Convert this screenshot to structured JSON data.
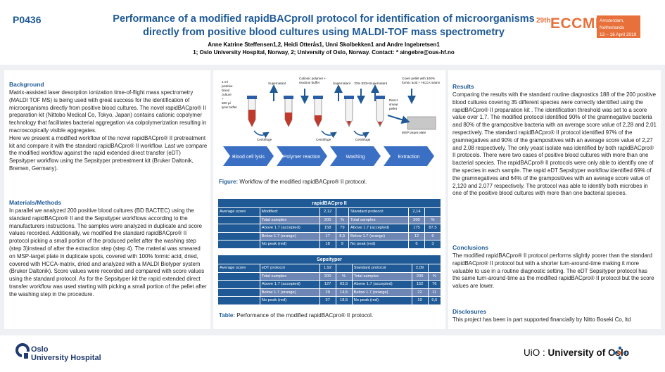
{
  "header": {
    "poster_id": "P0436",
    "title_line1": "Performance of a modified rapidBACproII protocol for identification of microorganisms",
    "title_line2": "directly from positive blood cultures using MALDI-TOF mass spectrometry",
    "authors": "Anne Katrine Steffensen1,2, Heidi Otterås1, Unni Skolbekken1 and Andre Ingebretsen1",
    "affiliations": "1; Oslo University Hospital, Norway, 2; University of Oslo, Norway. Contact: * aingebre@ous-hf.no",
    "eccmid_number": "29th",
    "eccmid_name": "ECCMID",
    "eccmid_city": "Amsterdam, Netherlands",
    "eccmid_dates": "13 – 16 April 2019"
  },
  "background": {
    "heading": "Background",
    "text": "Matrix-assisted laser desorption ionization time-of-flight mass spectrometry (MALDI TOF MS) is being used with great success for the identification of microorganisms directly from positive blood cultures. The novel rapidBACpro® II preparation kit (Nittobo Medical Co, Tokyo, Japan) contains cationic copolymer technology that facilitates bacterial aggregation via colpolymerization resulting in macroscopically visible aggregates.",
    "text2": "Here we present a modified workflow of the novel rapidBACpro® II pretreatment kit and compare it with the standard rapidBACpro® II workflow. Last we compare the modified workflow against the rapid extended direct transfer (eDT) Sepsityper workflow using the Sepsityper pretreatment kit (Bruker Daltonik, Bremen, Germany)."
  },
  "methods": {
    "heading": "Materials/Methods",
    "text": "In parallel we analyzed 200 positive blood cultures (BD BACTEC) using the standard rapidBACpro® II and the Sepsityper workflows according to the manufacturers instructions. The samples were analyzed in duplicate and score values recorded. Additionally, we modified the standard rapidBACpro® II protocol picking a small portion of the produced pellet after the washing step (step 3)instead of after the extraction step (step 4). The material was smeared on MSP-target plate in duplicate spots, covered with 100% formic acid, dried, covered with HCCA-matrix, dried and analyzed with a MALDI Biotyper system (Bruker Daltonik). Score values were recorded and compared with score values using the standard protocol. As for the Sepsityper kit the rapid extended direct transfer workflow was used starting with picking a small portion of the pellet after the washing step in the procedure."
  },
  "figure": {
    "label_blood": "1 ml positive blood culture + 500 µl lysis buffer",
    "label_polymer": "Cationic polymer + reaction buffer",
    "label_super1": "Supernatant",
    "label_super2": "Supernatant",
    "label_etoh": "70% EtOH",
    "label_super3": "Supernatant",
    "label_cover": "Cover pellet with 100% formic acid + HCCA matrix",
    "label_direct": "Direct smear pellet",
    "label_msp": "MSP target plate",
    "label_centrifuge": "Centrifuge",
    "steps": [
      "Blood cell lysis",
      "Polymer reaction",
      "Washing",
      "Extraction"
    ],
    "caption_bold": "Figure:",
    "caption_text": " Workflow of the modified rapidBACpro® II protocol."
  },
  "table1": {
    "title": "rapidBACpro II",
    "rows": [
      [
        "Average score",
        "Modified:",
        "2,12",
        "",
        "Standard protocol:",
        "2,14",
        ""
      ],
      [
        "",
        "Total samples",
        "200",
        "%",
        "Total samples",
        "200",
        "%"
      ],
      [
        "",
        "Above 1.7 (accepted)",
        "158",
        "79",
        "Above 1.7 (accepted)",
        "175",
        "87,5"
      ],
      [
        "",
        "Below 1.7 (orange)",
        "17",
        "8,5",
        "Below 1.7 (orange)",
        "12",
        "6"
      ],
      [
        "",
        "No peak (red)",
        "18",
        "9",
        "No peak (red)",
        "6",
        "3"
      ]
    ]
  },
  "table2": {
    "title": "Sepsityper",
    "rows": [
      [
        "Average score",
        "eDT protocol",
        "1,92",
        "",
        "Standard protocol",
        "2,09",
        ""
      ],
      [
        "",
        "Total samples",
        "200",
        "%",
        "Total samples",
        "200",
        "%"
      ],
      [
        "",
        "Above 1.7 (accepted)",
        "127",
        "63,5",
        "Above 1.7 (accepted)",
        "152",
        "76"
      ],
      [
        "",
        "Below 1.7 (orange)",
        "29",
        "14,5",
        "Below 1.7 (orange)",
        "22",
        "11"
      ],
      [
        "",
        "No peak (red)",
        "37",
        "18,5",
        "No peak (red)",
        "19",
        "9,5"
      ]
    ]
  },
  "table_caption": {
    "bold": "Table:",
    "text": " Performance of the modified rapidBACpro® II protocol."
  },
  "results": {
    "heading": "Results",
    "text": "Comparing the results with the standard routine diagnostics 188 of the 200 positive blood cultures covering 35 different species were correctly identified using the rapidBACpro® II preparation kit . The identification threshold was set to a score value over 1.7. The modified protocol identified 90% of the gramnegative bacteria and 80% of the grampositive bacteria with an average score value of 2,28 and 2,01 respectively. The standard rapidBACpro® II protocol identified 97% of the gramnegatives and 90% of the grampositives with an average score value of 2,27 and 2,08 respectively. The only yeast isolate was identified by both rapidBACpro® II protocols. There were two cases of positive blood cultures with more than one bacterial species. The rapidBACpro® II protocols were only able to identifiy one of the species in each sample. The rapid eDT Sepsityper workflow identified 69% of the gramnegatives and 64% of the grampositives with an average score value of 2,120 and 2,077 respectively. The protocol was able to identify both microbes in one of the positive blood cultures with more than one bacterial species."
  },
  "conclusions": {
    "heading": "Conclusions",
    "text": "The modified rapidBACpro® II protocol performs slightly poorer than the standard rapidBACpro® II protocol but with a shorter turn-around-time making it more valuable to use in a routine diagnostic setting. The eDT Sepsityper protocol has the same turn-around-time as the modified rapidBACpro® II protocol but the score values are lower."
  },
  "disclosures": {
    "heading": "Disclosures",
    "text": "This project has been in part supported financially by Nitto Boseki Co, ltd"
  },
  "footer": {
    "osl_line1": "Oslo",
    "osl_line2": "University Hospital",
    "uio_prefix": "UiO : ",
    "uio_name": "University of Oslo"
  },
  "colors": {
    "accent": "#1f5a96",
    "eccmid": "#e8703a",
    "table_light": "#6e86b4"
  }
}
